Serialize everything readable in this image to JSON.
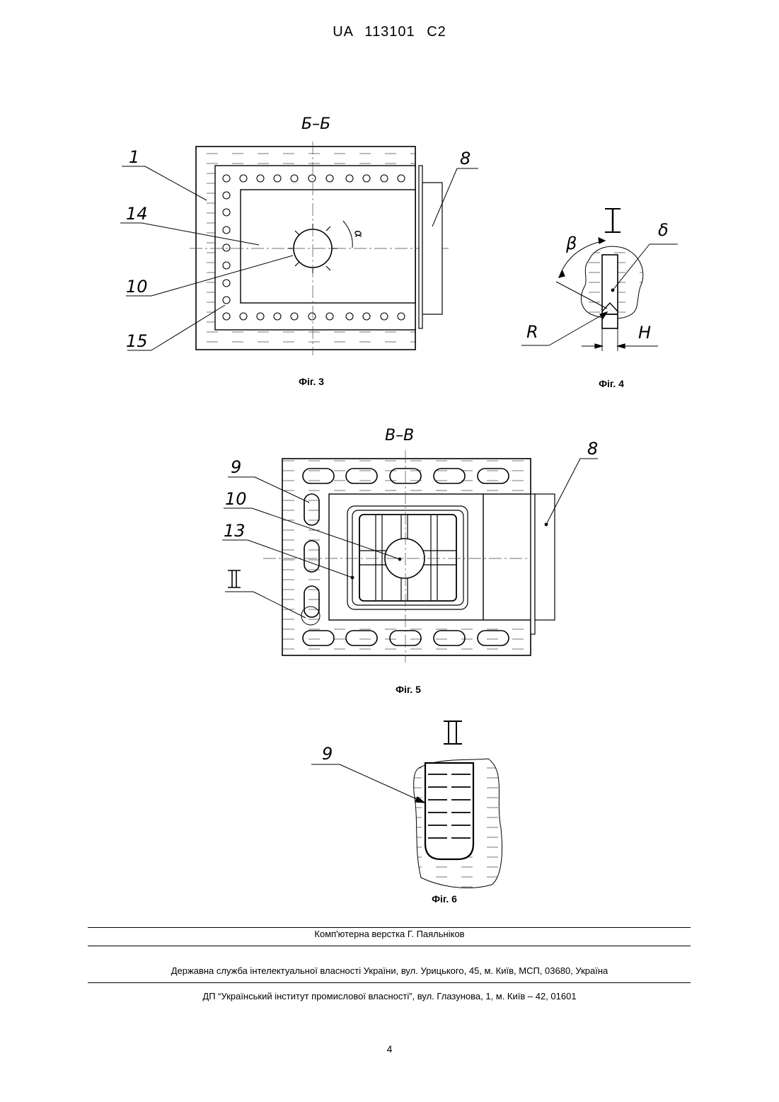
{
  "header": {
    "patent_number": "UA  113101  C2"
  },
  "figures": [
    {
      "id": "fig3",
      "caption": "Фіг. 3",
      "section_label": "Б–Б",
      "callouts": [
        "1",
        "14",
        "10",
        "15",
        "8",
        "α"
      ]
    },
    {
      "id": "fig4",
      "caption": "Фіг. 4",
      "section_label": "I",
      "callouts": [
        "β",
        "δ",
        "R",
        "H"
      ]
    },
    {
      "id": "fig5",
      "caption": "Фіг. 5",
      "section_label": "В–В",
      "callouts": [
        "9",
        "10",
        "13",
        "II",
        "8"
      ]
    },
    {
      "id": "fig6",
      "caption": "Фіг. 6",
      "section_label": "II",
      "callouts": [
        "9"
      ]
    }
  ],
  "footer": {
    "typesetting": "Комп'ютерна верстка Г. Паяльніков",
    "agency": "Державна служба інтелектуальної власності України, вул. Урицького, 45, м. Київ, МСП, 03680, Україна",
    "institute": "ДП “Український інститут промислової власності”, вул. Глазунова, 1, м. Київ – 42, 01601"
  },
  "page_number": "4"
}
